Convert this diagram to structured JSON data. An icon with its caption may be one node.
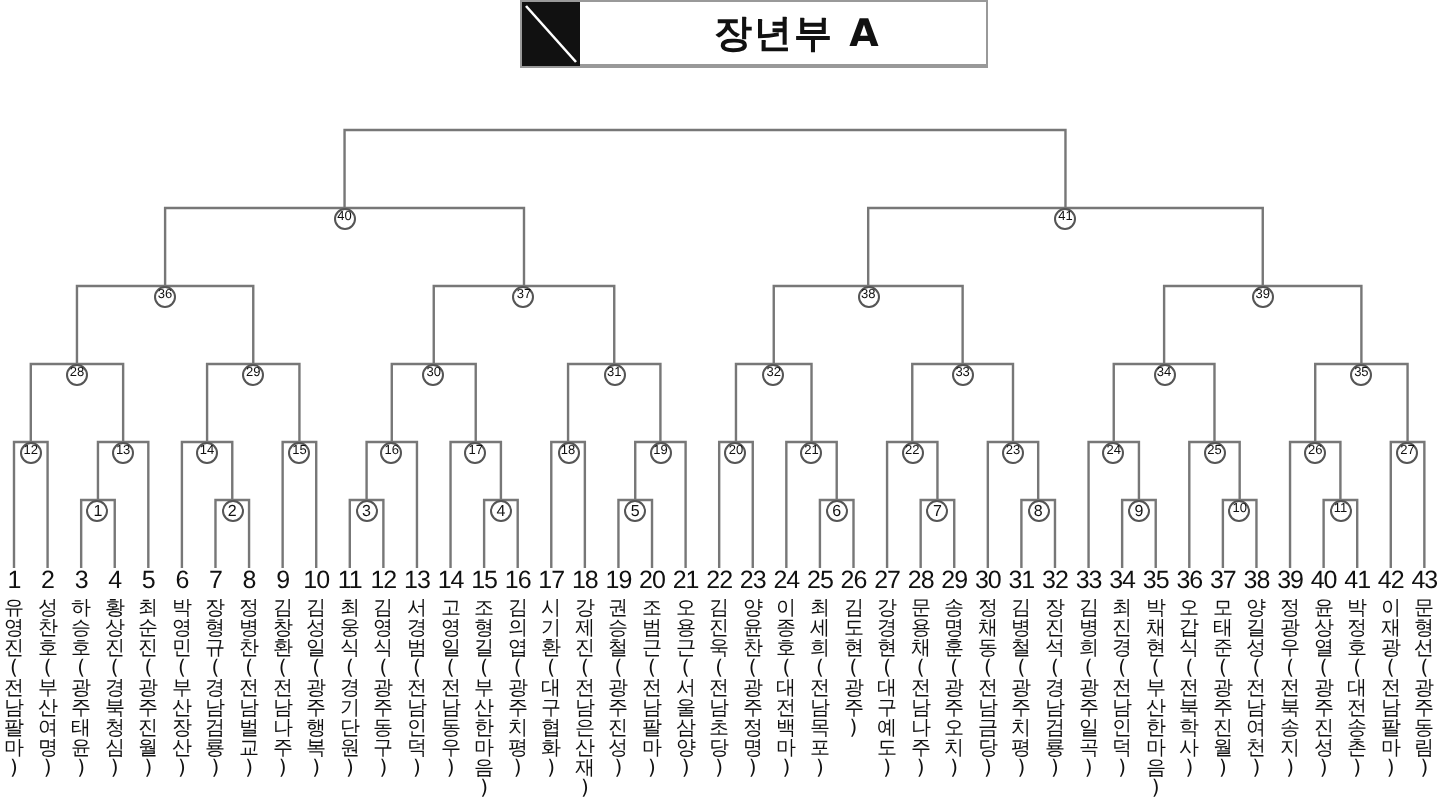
{
  "diagram": {
    "title": "장년부 A",
    "nodes": [
      {
        "text": [
          "40"
        ]
      },
      {
        "text": [
          "41"
        ]
      },
      {
        "text": [
          "36"
        ]
      },
      {
        "text": [
          "37"
        ]
      },
      {
        "text": [
          "38"
        ]
      },
      {
        "text": [
          "39"
        ]
      },
      {
        "text": [
          "28"
        ]
      },
      {
        "text": [
          "29"
        ]
      },
      {
        "text": [
          "30"
        ]
      },
      {
        "text": [
          "31"
        ]
      },
      {
        "text": [
          "32"
        ]
      },
      {
        "text": [
          "33"
        ]
      },
      {
        "text": [
          "34"
        ]
      },
      {
        "text": [
          "35"
        ]
      },
      {
        "text": [
          "12"
        ]
      },
      {
        "text": [
          "13"
        ]
      },
      {
        "text": [
          "14"
        ]
      },
      {
        "text": [
          "15"
        ]
      },
      {
        "text": [
          "16"
        ]
      },
      {
        "text": [
          "17"
        ]
      },
      {
        "text": [
          "18"
        ]
      },
      {
        "text": [
          "19"
        ]
      },
      {
        "text": [
          "20"
        ]
      },
      {
        "text": [
          "21"
        ]
      },
      {
        "text": [
          "22"
        ]
      },
      {
        "text": [
          "23"
        ]
      },
      {
        "text": [
          "24"
        ]
      },
      {
        "text": [
          "25"
        ]
      },
      {
        "text": [
          "26"
        ]
      },
      {
        "text": [
          "27"
        ]
      },
      {
        "text": [
          "1"
        ]
      },
      {
        "text": [
          "2"
        ]
      },
      {
        "text": [
          "3"
        ]
      },
      {
        "text": [
          "4"
        ]
      },
      {
        "text": [
          "5"
        ]
      },
      {
        "text": [
          "6"
        ]
      },
      {
        "text": [
          "7"
        ]
      },
      {
        "text": [
          "8"
        ]
      },
      {
        "text": [
          "9"
        ]
      },
      {
        "text": [
          "10"
        ]
      },
      {
        "text": [
          "11"
        ]
      },
      {
        "text": [
          "1",
          "유영진(전남팔마)"
        ]
      },
      {
        "text": [
          "2",
          "성찬호(부산여명)"
        ]
      },
      {
        "text": [
          "3",
          "하승호(광주태윤)"
        ]
      },
      {
        "text": [
          "4",
          "황상진(경북청심)"
        ]
      },
      {
        "text": [
          "5",
          "최순진(광주진월)"
        ]
      },
      {
        "text": [
          "6",
          "박영민(부산장산)"
        ]
      },
      {
        "text": [
          "7",
          "장형규(경남검룡)"
        ]
      },
      {
        "text": [
          "8",
          "정병찬(전남벌교)"
        ]
      },
      {
        "text": [
          "9",
          "김창환(전남나주)"
        ]
      },
      {
        "text": [
          "10",
          "김성일(광주행복)"
        ]
      },
      {
        "text": [
          "11",
          "최웅식(경기단원)"
        ]
      },
      {
        "text": [
          "12",
          "김영식(광주동구)"
        ]
      },
      {
        "text": [
          "13",
          "서경범(전남인덕)"
        ]
      },
      {
        "text": [
          "14",
          "고영일(전남동우)"
        ]
      },
      {
        "text": [
          "15",
          "조형길(부산한마음)"
        ]
      },
      {
        "text": [
          "16",
          "김의엽(광주치평)"
        ]
      },
      {
        "text": [
          "17",
          "시기환(대구협화)"
        ]
      },
      {
        "text": [
          "18",
          "강제진(전남은산재)"
        ]
      },
      {
        "text": [
          "19",
          "권승철(광주진성)"
        ]
      },
      {
        "text": [
          "20",
          "조범근(전남팔마)"
        ]
      },
      {
        "text": [
          "21",
          "오용근(서울삼양)"
        ]
      },
      {
        "text": [
          "22",
          "김진욱(전남초당)"
        ]
      },
      {
        "text": [
          "23",
          "양윤찬(광주정명)"
        ]
      },
      {
        "text": [
          "24",
          "이종호(대전백마)"
        ]
      },
      {
        "text": [
          "25",
          "최세희(전남목포)"
        ]
      },
      {
        "text": [
          "26",
          "김도현(광주)"
        ]
      },
      {
        "text": [
          "27",
          "강경현(대구예도)"
        ]
      },
      {
        "text": [
          "28",
          "문용채(전남나주)"
        ]
      },
      {
        "text": [
          "29",
          "송명훈(광주오치)"
        ]
      },
      {
        "text": [
          "30",
          "정채동(전남금당)"
        ]
      },
      {
        "text": [
          "31",
          "김병철(광주치평)"
        ]
      },
      {
        "text": [
          "32",
          "장진석(경남검룡)"
        ]
      },
      {
        "text": [
          "33",
          "김병희(광주일곡)"
        ]
      },
      {
        "text": [
          "34",
          "최진경(전남인덕)"
        ]
      },
      {
        "text": [
          "35",
          "박채현(부산한마음)"
        ]
      },
      {
        "text": [
          "36",
          "오갑식(전북학사)"
        ]
      },
      {
        "text": [
          "37",
          "모태준(광주진월)"
        ]
      },
      {
        "text": [
          "38",
          "양길성(전남여천)"
        ]
      },
      {
        "text": [
          "39",
          "정광우(전북송지)"
        ]
      },
      {
        "text": [
          "40",
          "윤상열(광주진성)"
        ]
      },
      {
        "text": [
          "41",
          "박정호(대전송촌)"
        ]
      },
      {
        "text": [
          "42",
          "이재광(전남팔마)"
        ]
      },
      {
        "text": [
          "43",
          "문형선(광주동림)"
        ]
      }
    ],
    "edges": [
      {
        "from": 0,
        "to": 1,
        "arrow": "none"
      },
      {
        "from": 2,
        "to": 0,
        "arrow": "none"
      },
      {
        "from": 3,
        "to": 0,
        "arrow": "none"
      },
      {
        "from": 4,
        "to": 1,
        "arrow": "none"
      },
      {
        "from": 5,
        "to": 1,
        "arrow": "none"
      },
      {
        "from": 6,
        "to": 2,
        "arrow": "none"
      },
      {
        "from": 7,
        "to": 2,
        "arrow": "none"
      },
      {
        "from": 8,
        "to": 3,
        "arrow": "none"
      },
      {
        "from": 9,
        "to": 3,
        "arrow": "none"
      },
      {
        "from": 10,
        "to": 4,
        "arrow": "none"
      },
      {
        "from": 11,
        "to": 4,
        "arrow": "none"
      },
      {
        "from": 12,
        "to": 5,
        "arrow": "none"
      },
      {
        "from": 13,
        "to": 5,
        "arrow": "none"
      },
      {
        "from": 14,
        "to": 6,
        "arrow": "none"
      },
      {
        "from": 15,
        "to": 6,
        "arrow": "none"
      },
      {
        "from": 16,
        "to": 7,
        "arrow": "none"
      },
      {
        "from": 17,
        "to": 7,
        "arrow": "none"
      },
      {
        "from": 18,
        "to": 8,
        "arrow": "none"
      },
      {
        "from": 19,
        "to": 8,
        "arrow": "none"
      },
      {
        "from": 20,
        "to": 9,
        "arrow": "none"
      },
      {
        "from": 21,
        "to": 9,
        "arrow": "none"
      },
      {
        "from": 22,
        "to": 10,
        "arrow": "none"
      },
      {
        "from": 23,
        "to": 10,
        "arrow": "none"
      },
      {
        "from": 24,
        "to": 11,
        "arrow": "none"
      },
      {
        "from": 25,
        "to": 11,
        "arrow": "none"
      },
      {
        "from": 26,
        "to": 12,
        "arrow": "none"
      },
      {
        "from": 27,
        "to": 12,
        "arrow": "none"
      },
      {
        "from": 28,
        "to": 13,
        "arrow": "none"
      },
      {
        "from": 29,
        "to": 13,
        "arrow": "none"
      },
      {
        "from": 41,
        "to": 14,
        "arrow": "none"
      },
      {
        "from": 42,
        "to": 14,
        "arrow": "none"
      },
      {
        "from": 30,
        "to": 15,
        "arrow": "none"
      },
      {
        "from": 45,
        "to": 15,
        "arrow": "none"
      },
      {
        "from": 46,
        "to": 16,
        "arrow": "none"
      },
      {
        "from": 31,
        "to": 16,
        "arrow": "none"
      },
      {
        "from": 49,
        "to": 17,
        "arrow": "none"
      },
      {
        "from": 50,
        "to": 17,
        "arrow": "none"
      },
      {
        "from": 32,
        "to": 18,
        "arrow": "none"
      },
      {
        "from": 53,
        "to": 18,
        "arrow": "none"
      },
      {
        "from": 54,
        "to": 19,
        "arrow": "none"
      },
      {
        "from": 33,
        "to": 19,
        "arrow": "none"
      },
      {
        "from": 57,
        "to": 20,
        "arrow": "none"
      },
      {
        "from": 58,
        "to": 20,
        "arrow": "none"
      },
      {
        "from": 34,
        "to": 21,
        "arrow": "none"
      },
      {
        "from": 61,
        "to": 21,
        "arrow": "none"
      },
      {
        "from": 62,
        "to": 22,
        "arrow": "none"
      },
      {
        "from": 63,
        "to": 22,
        "arrow": "none"
      },
      {
        "from": 64,
        "to": 23,
        "arrow": "none"
      },
      {
        "from": 35,
        "to": 23,
        "arrow": "none"
      },
      {
        "from": 67,
        "to": 24,
        "arrow": "none"
      },
      {
        "from": 36,
        "to": 24,
        "arrow": "none"
      },
      {
        "from": 70,
        "to": 25,
        "arrow": "none"
      },
      {
        "from": 37,
        "to": 25,
        "arrow": "none"
      },
      {
        "from": 73,
        "to": 26,
        "arrow": "none"
      },
      {
        "from": 38,
        "to": 26,
        "arrow": "none"
      },
      {
        "from": 76,
        "to": 27,
        "arrow": "none"
      },
      {
        "from": 39,
        "to": 27,
        "arrow": "none"
      },
      {
        "from": 79,
        "to": 28,
        "arrow": "none"
      },
      {
        "from": 40,
        "to": 28,
        "arrow": "none"
      },
      {
        "from": 82,
        "to": 29,
        "arrow": "none"
      },
      {
        "from": 83,
        "to": 29,
        "arrow": "none"
      },
      {
        "from": 43,
        "to": 30,
        "arrow": "none"
      },
      {
        "from": 44,
        "to": 30,
        "arrow": "none"
      },
      {
        "from": 47,
        "to": 31,
        "arrow": "none"
      },
      {
        "from": 48,
        "to": 31,
        "arrow": "none"
      },
      {
        "from": 51,
        "to": 32,
        "arrow": "none"
      },
      {
        "from": 52,
        "to": 32,
        "arrow": "none"
      },
      {
        "from": 55,
        "to": 33,
        "arrow": "none"
      },
      {
        "from": 56,
        "to": 33,
        "arrow": "none"
      },
      {
        "from": 59,
        "to": 34,
        "arrow": "none"
      },
      {
        "from": 60,
        "to": 34,
        "arrow": "none"
      },
      {
        "from": 65,
        "to": 35,
        "arrow": "none"
      },
      {
        "from": 66,
        "to": 35,
        "arrow": "none"
      },
      {
        "from": 68,
        "to": 36,
        "arrow": "none"
      },
      {
        "from": 69,
        "to": 36,
        "arrow": "none"
      },
      {
        "from": 71,
        "to": 37,
        "arrow": "none"
      },
      {
        "from": 72,
        "to": 37,
        "arrow": "none"
      },
      {
        "from": 74,
        "to": 38,
        "arrow": "none"
      },
      {
        "from": 75,
        "to": 38,
        "arrow": "none"
      },
      {
        "from": 77,
        "to": 39,
        "arrow": "none"
      },
      {
        "from": 78,
        "to": 39,
        "arrow": "none"
      },
      {
        "from": 80,
        "to": 40,
        "arrow": "none"
      },
      {
        "from": 81,
        "to": 40,
        "arrow": "none"
      }
    ]
  }
}
